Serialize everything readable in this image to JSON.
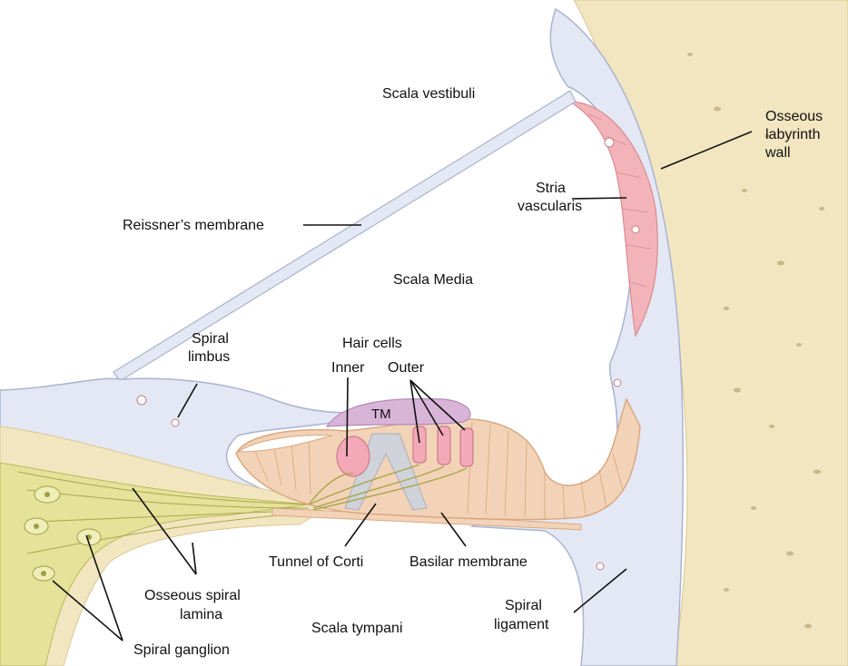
{
  "labels": {
    "scala_vestibuli": "Scala vestibuli",
    "osseous_labyrinth_wall": [
      "Osseous",
      "labyrinth",
      "wall"
    ],
    "stria_vascularis": [
      "Stria",
      "vascularis"
    ],
    "reissners_membrane": "Reissner’s membrane",
    "scala_media": "Scala Media",
    "spiral_limbus": [
      "Spiral",
      "limbus"
    ],
    "hair_cells": "Hair cells",
    "inner": "Inner",
    "outer": "Outer",
    "tm": "TM",
    "tunnel_of_corti": "Tunnel of Corti",
    "basilar_membrane": "Basilar membrane",
    "osseous_spiral_lamina": [
      "Osseous spiral",
      "lamina"
    ],
    "spiral_ganglion": "Spiral ganglion",
    "scala_tympani": "Scala tympani",
    "spiral_ligament": [
      "Spiral",
      "ligament"
    ]
  },
  "colors": {
    "bone": "#f2e6c0",
    "bone_speck": "#c9b98a",
    "membrane_blue": "#e4e8f4",
    "membrane_outline": "#aab3cf",
    "stria_pink": "#f2b4b8",
    "cell_peach": "#f3d3b8",
    "cell_outline": "#d9a882",
    "hair_cell_pink": "#f4a9b8",
    "tectorial_purple": "#d9b4d9",
    "ganglion_yellow": "#e5e29a",
    "nerve_green": "#b9b85a",
    "pillar_gray": "#d0d3da"
  }
}
